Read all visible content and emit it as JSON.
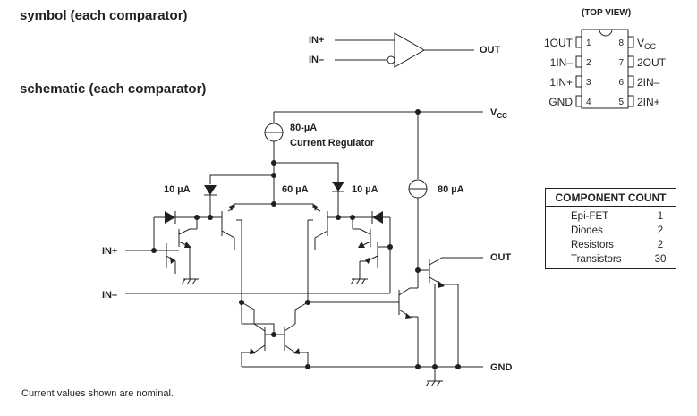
{
  "headings": {
    "symbol": "symbol (each comparator)",
    "schematic": "schematic (each comparator)",
    "top_view": "(TOP VIEW)"
  },
  "symbol": {
    "in_plus": "IN+",
    "in_minus": "IN–",
    "out": "OUT"
  },
  "package": {
    "left_pins": [
      {
        "label": "1OUT",
        "num": "1"
      },
      {
        "label": "1IN–",
        "num": "2"
      },
      {
        "label": "1IN+",
        "num": "3"
      },
      {
        "label": "GND",
        "num": "4"
      }
    ],
    "right_pins": [
      {
        "label": "VCC",
        "num": "8"
      },
      {
        "label": "2OUT",
        "num": "7"
      },
      {
        "label": "2IN–",
        "num": "6"
      },
      {
        "label": "2IN+",
        "num": "5"
      }
    ]
  },
  "schematic": {
    "vcc": "VCC",
    "regulator_current": "80-µA",
    "regulator_label": "Current Regulator",
    "left_diode_current": "10 µA",
    "mid_current": "60 µA",
    "right_diode_current": "10 µA",
    "output_source_current": "80 µA",
    "in_plus": "IN+",
    "in_minus": "IN–",
    "out": "OUT",
    "gnd": "GND"
  },
  "component_count": {
    "title": "COMPONENT COUNT",
    "rows": [
      {
        "name": "Epi-FET",
        "count": "1"
      },
      {
        "name": "Diodes",
        "count": "2"
      },
      {
        "name": "Resistors",
        "count": "2"
      },
      {
        "name": "Transistors",
        "count": "30"
      }
    ]
  },
  "footnote": "Current values shown are nominal."
}
